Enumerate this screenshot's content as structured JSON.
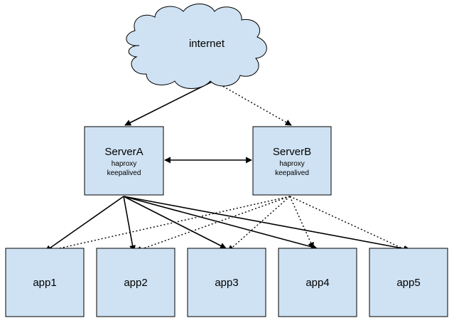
{
  "colors": {
    "box_fill": "#cfe2f3",
    "box_stroke": "#000000",
    "line": "#000000"
  },
  "cloud": {
    "label": "internet"
  },
  "servers": [
    {
      "id": "server-a",
      "name": "ServerA",
      "line1": "haproxy",
      "line2": "keepalived"
    },
    {
      "id": "server-b",
      "name": "ServerB",
      "line1": "haproxy",
      "line2": "keepalived"
    }
  ],
  "apps": [
    {
      "id": "app1",
      "label": "app1"
    },
    {
      "id": "app2",
      "label": "app2"
    },
    {
      "id": "app3",
      "label": "app3"
    },
    {
      "id": "app4",
      "label": "app4"
    },
    {
      "id": "app5",
      "label": "app5"
    }
  ],
  "connections": [
    {
      "from": "internet",
      "to": "server-a",
      "style": "solid",
      "arrow": "end"
    },
    {
      "from": "internet",
      "to": "server-b",
      "style": "dotted",
      "arrow": "end"
    },
    {
      "from": "server-a",
      "to": "server-b",
      "style": "solid",
      "arrow": "both"
    },
    {
      "from": "server-a",
      "to": "app1",
      "style": "solid",
      "arrow": "end"
    },
    {
      "from": "server-a",
      "to": "app2",
      "style": "solid",
      "arrow": "end"
    },
    {
      "from": "server-a",
      "to": "app3",
      "style": "solid",
      "arrow": "end"
    },
    {
      "from": "server-a",
      "to": "app4",
      "style": "solid",
      "arrow": "end"
    },
    {
      "from": "server-a",
      "to": "app5",
      "style": "solid",
      "arrow": "end"
    },
    {
      "from": "server-b",
      "to": "app1",
      "style": "dotted",
      "arrow": "end"
    },
    {
      "from": "server-b",
      "to": "app2",
      "style": "dotted",
      "arrow": "end"
    },
    {
      "from": "server-b",
      "to": "app3",
      "style": "dotted",
      "arrow": "end"
    },
    {
      "from": "server-b",
      "to": "app4",
      "style": "dotted",
      "arrow": "end"
    },
    {
      "from": "server-b",
      "to": "app5",
      "style": "dotted",
      "arrow": "end"
    }
  ]
}
